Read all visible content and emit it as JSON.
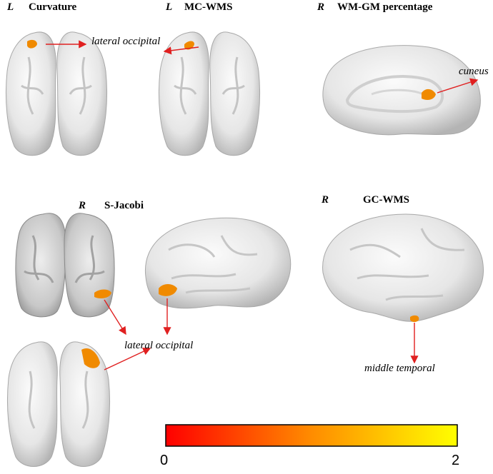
{
  "panels": [
    {
      "hemisphere": "L",
      "title": "Curvature"
    },
    {
      "hemisphere": "L",
      "title": "MC-WMS"
    },
    {
      "hemisphere": "R",
      "title": "WM-GM percentage"
    },
    {
      "hemisphere": "R",
      "title": "S-Jacobi"
    },
    {
      "hemisphere": "R",
      "title": "GC-WMS"
    }
  ],
  "annotations": {
    "lateral_occipital_top": "lateral occipital",
    "cuneus": "cuneus",
    "lateral_occipital_bottom": "lateral occipital",
    "middle_temporal": "middle temporal"
  },
  "colorbar": {
    "min_label": "0",
    "max_label": "2",
    "colors": [
      "#ff0000",
      "#ff8000",
      "#ffff00"
    ]
  },
  "colors": {
    "brain": "#e8e8e8",
    "cluster": "#f08a00",
    "arrow": "#e02020"
  }
}
